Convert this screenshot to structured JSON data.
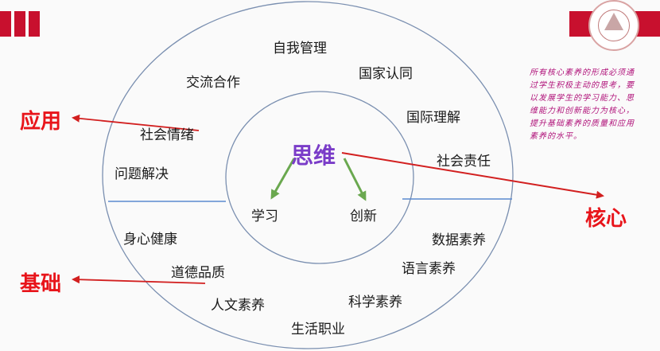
{
  "core": {
    "title": "思维",
    "left_child": "学习",
    "right_child": "创新"
  },
  "upper_items": [
    "自我管理",
    "交流合作",
    "国家认同",
    "国际理解",
    "社会情绪",
    "社会责任",
    "问题解决"
  ],
  "lower_items": [
    "身心健康",
    "数据素养",
    "道德品质",
    "语言素养",
    "人文素养",
    "科学素养",
    "生活职业"
  ],
  "side_labels": {
    "application": "应用",
    "core": "核心",
    "foundation": "基础"
  },
  "note": "所有核心素养的形成必须通过学生积极主动的思考，要以发展学生的学习能力、思维能力和创新能力为核心，提升基础素养的质量和应用素养的水平。",
  "colors": {
    "brand_red": "#c8102e",
    "arrow_red": "#d21f1f",
    "arrow_green": "#6aa84f",
    "core_purple": "#7a3cc8",
    "note_magenta": "#b0137a",
    "circle_stroke": "#7a8fb0",
    "divider_blue": "#5a8ad0"
  }
}
